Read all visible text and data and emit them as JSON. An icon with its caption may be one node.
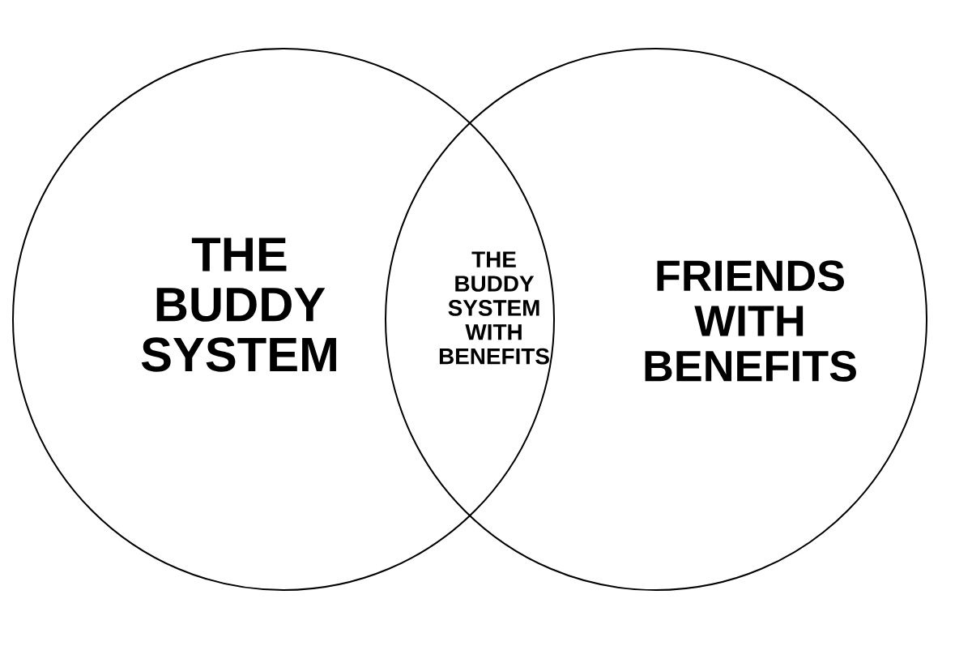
{
  "diagram": {
    "nodes": [
      {
        "text": [
          "THE BUDDY SYSTEM"
        ]
      },
      {
        "text": [
          "FRIENDS WITH BENEFITS"
        ]
      }
    ],
    "labels": [
      "THE BUDDY SYSTEM WITH BENEFITS"
    ]
  }
}
